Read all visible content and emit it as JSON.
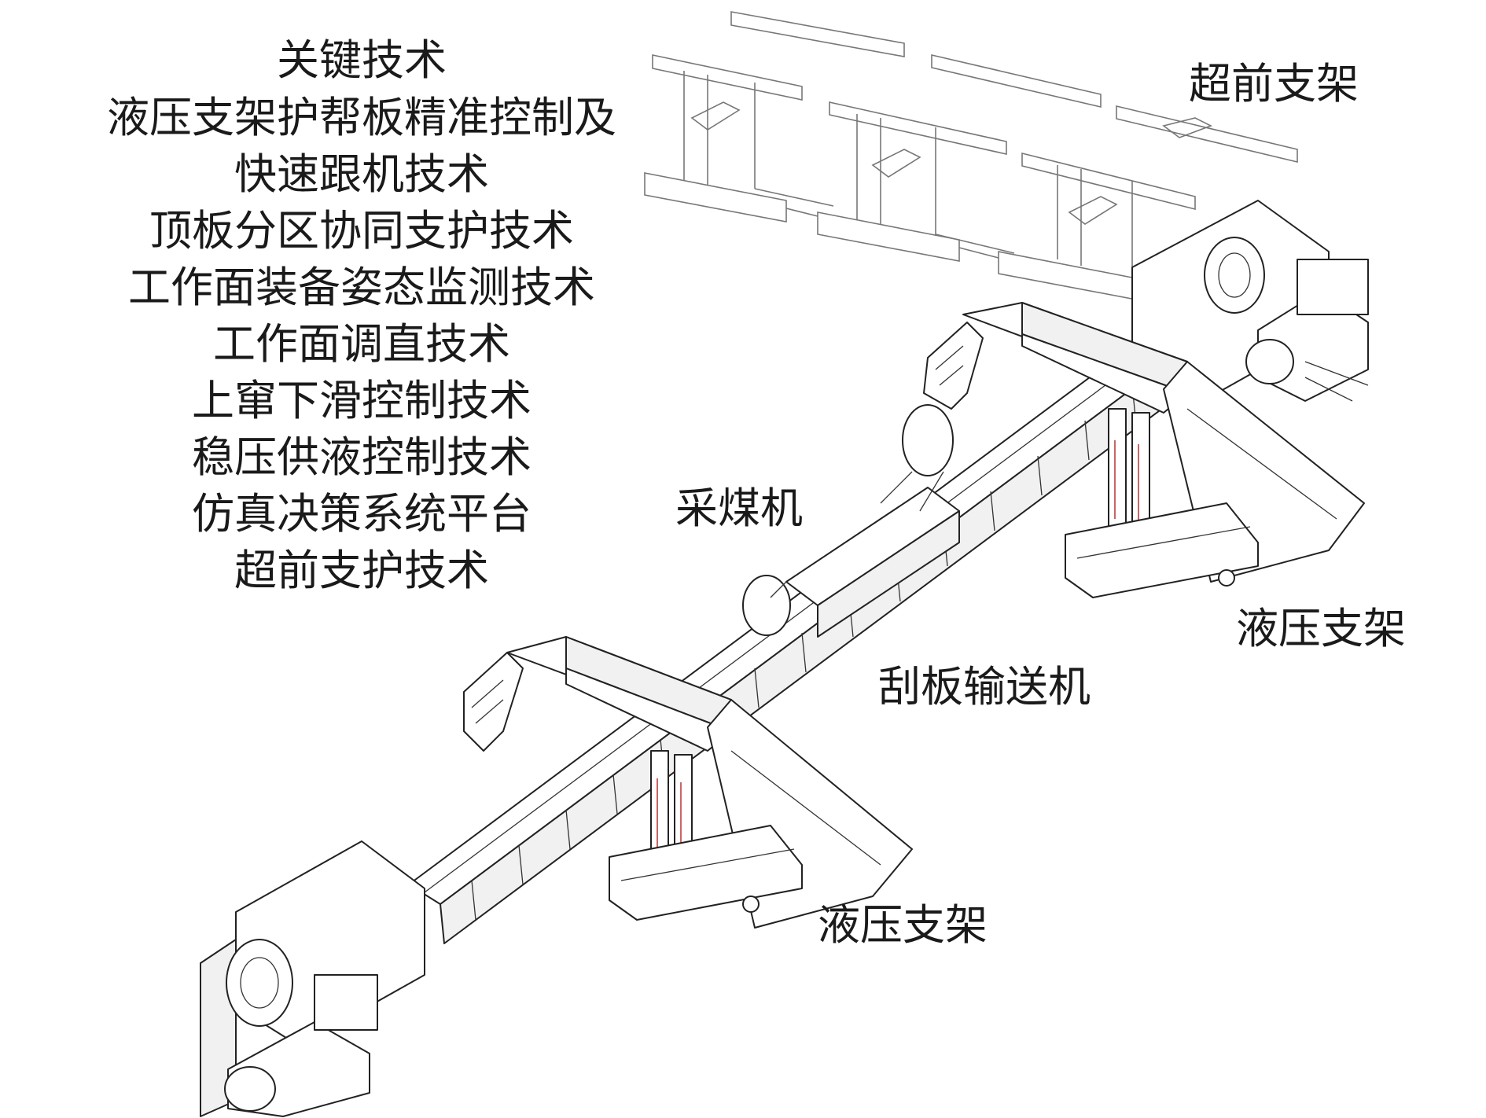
{
  "tech_list": {
    "heading": "关键技术",
    "items": [
      "液压支架护帮板精准控制及",
      "快速跟机技术",
      "顶板分区协同支护技术",
      "工作面装备姿态监测技术",
      "工作面调直技术",
      "上窜下滑控制技术",
      "稳压供液控制技术",
      "仿真决策系统平台",
      "超前支护技术"
    ]
  },
  "labels": {
    "advance_support": "超前支架",
    "shearer": "采煤机",
    "hydraulic_support_upper": "液压支架",
    "scraper_conveyor": "刮板输送机",
    "hydraulic_support_lower": "液压支架"
  }
}
